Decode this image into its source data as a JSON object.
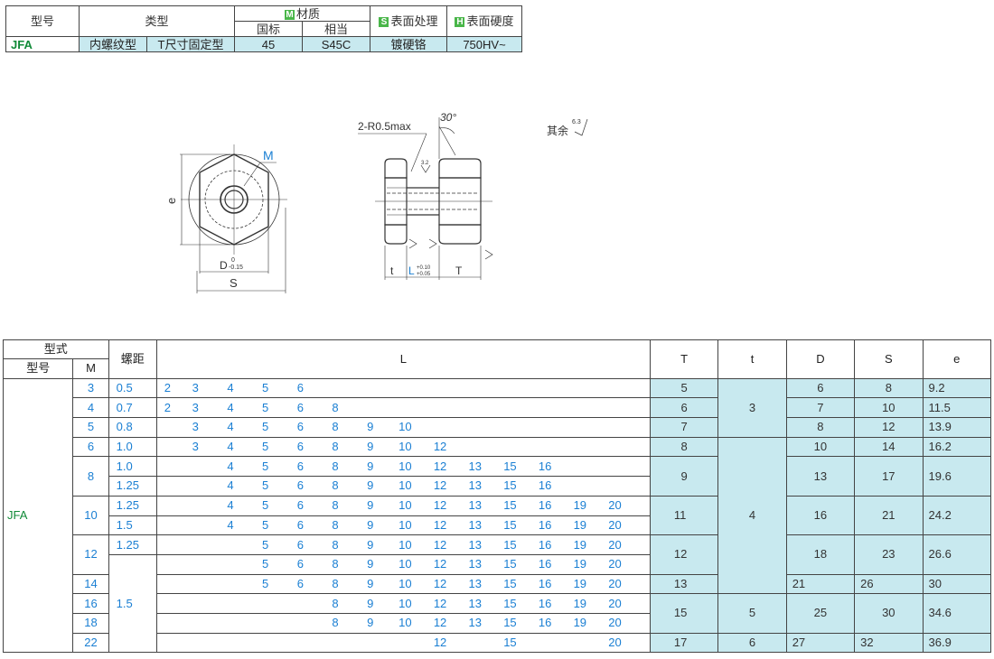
{
  "material_table": {
    "col_model": "型号",
    "col_type": "类型",
    "material_badge": "M",
    "col_material": "材质",
    "col_std": "国标",
    "col_equiv": "相当",
    "surface_badge": "S",
    "col_surface": "表面处理",
    "hard_badge": "H",
    "col_hardness": "表面硬度",
    "row": {
      "model": "JFA",
      "type1": "内螺纹型",
      "type2": "T尺寸固定型",
      "std": "45",
      "equiv": "S45C",
      "surface": "镀硬铬",
      "hardness": "750HV~"
    }
  },
  "drawing": {
    "label_M": "M",
    "label_e": "e",
    "label_D": "D",
    "label_D_tol_up": "0",
    "label_D_tol_low": "-0.15",
    "label_S": "S",
    "label_radius": "2-R0.5max",
    "label_angle": "30°",
    "label_rough_32": "3.2",
    "label_t": "t",
    "label_L": "L",
    "label_L_tol_up": "+0.10",
    "label_L_tol_low": "+0.05",
    "label_T": "T",
    "label_rest": "其余",
    "label_rest_rough": "6.3"
  },
  "main_table": {
    "h_form": "型式",
    "h_model": "型号",
    "h_M": "M",
    "h_pitch": "螺距",
    "h_L": "L",
    "h_T": "T",
    "h_t": "t",
    "h_D": "D",
    "h_S": "S",
    "h_e": "e",
    "model": "JFA",
    "rows": [
      {
        "M": "3",
        "pitch": "0.5",
        "L": [
          "2",
          "3",
          "4",
          "5",
          "6",
          "",
          "",
          "",
          "",
          "",
          "",
          "",
          "",
          ""
        ],
        "T": "5",
        "D": "6",
        "S": "8",
        "e": "9.2"
      },
      {
        "M": "4",
        "pitch": "0.7",
        "L": [
          "2",
          "3",
          "4",
          "5",
          "6",
          "8",
          "",
          "",
          "",
          "",
          "",
          "",
          "",
          ""
        ],
        "T": "6",
        "D": "7",
        "S": "10",
        "e": "11.5"
      },
      {
        "M": "5",
        "pitch": "0.8",
        "L": [
          "",
          "3",
          "4",
          "5",
          "6",
          "8",
          "9",
          "10",
          "",
          "",
          "",
          "",
          "",
          ""
        ],
        "T": "7",
        "D": "8",
        "S": "12",
        "e": "13.9"
      },
      {
        "M": "6",
        "pitch": "1.0",
        "L": [
          "",
          "3",
          "4",
          "5",
          "6",
          "8",
          "9",
          "10",
          "12",
          "",
          "",
          "",
          "",
          ""
        ],
        "T": "8",
        "D": "10",
        "S": "14",
        "e": "16.2"
      },
      {
        "M": "8",
        "pitch": "1.0",
        "L": [
          "",
          "",
          "4",
          "5",
          "6",
          "8",
          "9",
          "10",
          "12",
          "13",
          "15",
          "16",
          "",
          ""
        ],
        "T": "9",
        "D": "13",
        "S": "17",
        "e": "19.6"
      },
      {
        "pitch": "1.25",
        "L": [
          "",
          "",
          "4",
          "5",
          "6",
          "8",
          "9",
          "10",
          "12",
          "13",
          "15",
          "16",
          "",
          ""
        ]
      },
      {
        "M": "10",
        "pitch": "1.25",
        "L": [
          "",
          "",
          "4",
          "5",
          "6",
          "8",
          "9",
          "10",
          "12",
          "13",
          "15",
          "16",
          "19",
          "20"
        ],
        "T": "11",
        "D": "16",
        "S": "21",
        "e": "24.2"
      },
      {
        "pitch": "1.5",
        "L": [
          "",
          "",
          "4",
          "5",
          "6",
          "8",
          "9",
          "10",
          "12",
          "13",
          "15",
          "16",
          "19",
          "20"
        ]
      },
      {
        "M": "12",
        "pitch": "1.25",
        "L": [
          "",
          "",
          "",
          "5",
          "6",
          "8",
          "9",
          "10",
          "12",
          "13",
          "15",
          "16",
          "19",
          "20"
        ],
        "T": "12",
        "D": "18",
        "S": "23",
        "e": "26.6"
      },
      {
        "pitch": "1.5",
        "L": [
          "",
          "",
          "",
          "5",
          "6",
          "8",
          "9",
          "10",
          "12",
          "13",
          "15",
          "16",
          "19",
          "20"
        ]
      },
      {
        "M": "14",
        "L": [
          "",
          "",
          "",
          "5",
          "6",
          "8",
          "9",
          "10",
          "12",
          "13",
          "15",
          "16",
          "19",
          "20"
        ],
        "T": "13",
        "D": "21",
        "S": "26",
        "e": "30"
      },
      {
        "M": "16",
        "L": [
          "",
          "",
          "",
          "",
          "",
          "8",
          "9",
          "10",
          "12",
          "13",
          "15",
          "16",
          "19",
          "20"
        ],
        "T": "15",
        "D": "25",
        "S": "30",
        "e": "34.6"
      },
      {
        "M": "18",
        "L": [
          "",
          "",
          "",
          "",
          "",
          "8",
          "9",
          "10",
          "12",
          "13",
          "15",
          "16",
          "19",
          "20"
        ]
      },
      {
        "M": "22",
        "L": [
          "",
          "",
          "",
          "",
          "",
          "",
          "",
          "",
          "12",
          "",
          "15",
          "",
          "",
          "20"
        ],
        "T": "17",
        "D": "27",
        "S": "32",
        "e": "36.9"
      }
    ],
    "t_values": {
      "t3": "3",
      "t4": "4",
      "t5": "5",
      "t6": "6"
    }
  }
}
